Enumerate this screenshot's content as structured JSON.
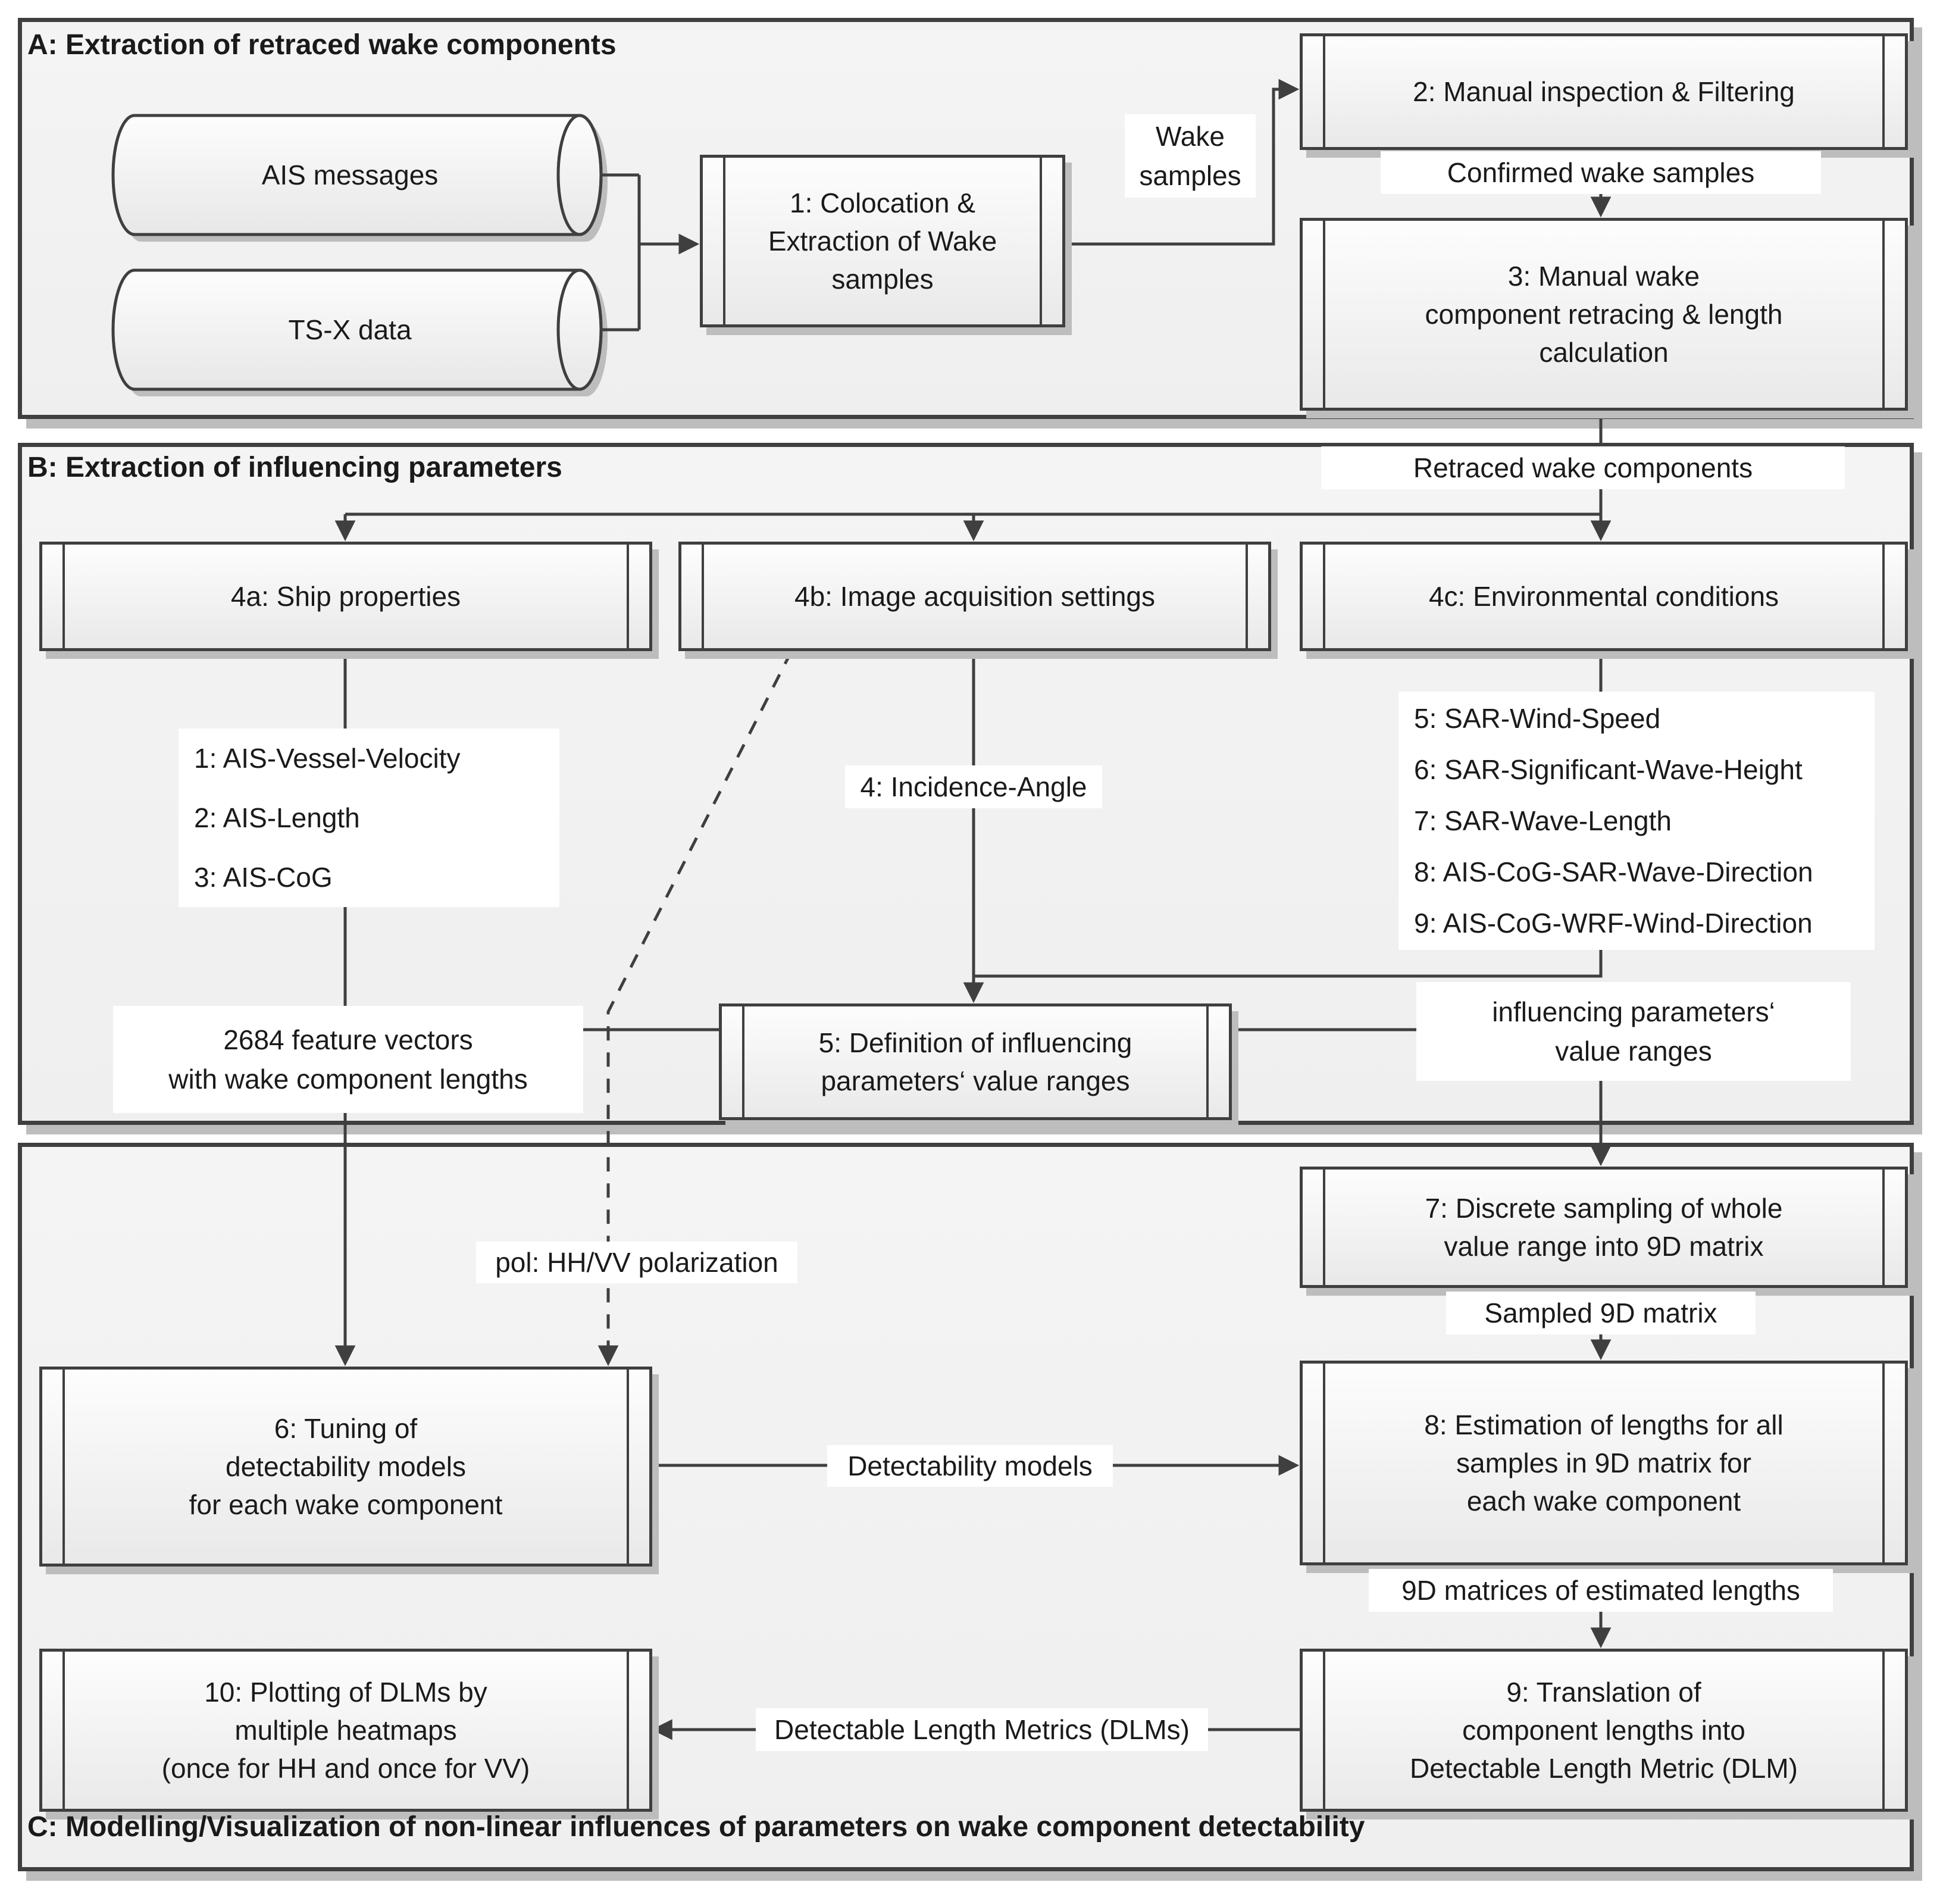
{
  "sections": {
    "a": {
      "title": "A: Extraction of retraced wake components"
    },
    "b": {
      "title": "B: Extraction of influencing parameters"
    },
    "c": {
      "title": "C: Modelling/Visualization of non-linear influences of parameters on wake component detectability"
    }
  },
  "datastores": {
    "ais": {
      "label": "AIS messages"
    },
    "tsx": {
      "label": "TS-X data"
    }
  },
  "processes": {
    "p1": {
      "label": "1: Colocation &\nExtraction of Wake\nsamples"
    },
    "p2": {
      "label": "2: Manual inspection & Filtering"
    },
    "p3": {
      "label": "3: Manual wake\ncomponent retracing & length\ncalculation"
    },
    "p4a": {
      "label": "4a: Ship properties"
    },
    "p4b": {
      "label": "4b: Image acquisition settings"
    },
    "p4c": {
      "label": "4c: Environmental conditions"
    },
    "p5": {
      "label": "5: Definition of influencing\nparameters‘ value ranges"
    },
    "p6": {
      "label": "6: Tuning of\ndetectability models\nfor each wake component"
    },
    "p7": {
      "label": "7: Discrete sampling of whole\nvalue range into 9D matrix"
    },
    "p8": {
      "label": "8: Estimation of lengths for all\nsamples in 9D matrix for\neach wake component"
    },
    "p9": {
      "label": "9: Translation of\ncomponent lengths into\nDetectable Length Metric (DLM)"
    },
    "p10": {
      "label": "10: Plotting of DLMs by\nmultiple heatmaps\n(once for HH and once for VV)"
    }
  },
  "edge_labels": {
    "wake_samples": "Wake\nsamples",
    "confirmed": "Confirmed wake samples",
    "retraced": "Retraced wake components",
    "ship_params": "1: AIS-Vessel-Velocity\n2: AIS-Length\n3: AIS-CoG",
    "incidence": "4: Incidence-Angle",
    "env_params": "5: SAR-Wind-Speed\n6: SAR-Significant-Wave-Height\n7: SAR-Wave-Length\n8: AIS-CoG-SAR-Wave-Direction\n9: AIS-CoG-WRF-Wind-Direction",
    "feature_vectors": "2684 feature vectors\nwith wake component lengths",
    "influencing": "influencing parameters‘\nvalue ranges",
    "pol": "pol: HH/VV polarization",
    "sampled": "Sampled 9D matrix",
    "detect_models": "Detectability models",
    "matrices": "9D matrices of estimated lengths",
    "dlms": "Detectable Length Metrics (DLMs)"
  },
  "colors": {
    "line": "#3f3f3f",
    "box_border": "#3f3f3f",
    "section_bg": "#f1f1f1",
    "label_bg": "#ffffff",
    "shadow": "#bdbdbd",
    "text": "#1a1a1a"
  }
}
